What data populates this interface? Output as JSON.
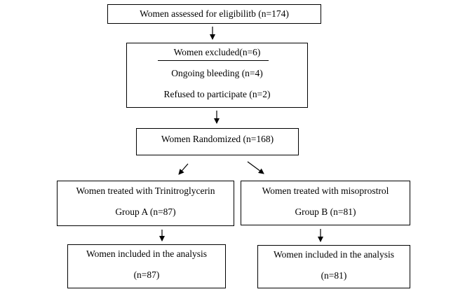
{
  "flowchart": {
    "assessed": "Women assessed for eligibilitb (n=174)",
    "excluded": {
      "title": "Women excluded(n=6)",
      "reason_1": "Ongoing bleeding (n=4)",
      "reason_2": "Refused to participate (n=2)"
    },
    "randomized": "Women Randomized (n=168)",
    "group_a": {
      "line_1": "Women treated with Trinitroglycerin",
      "line_2": "Group A (n=87)"
    },
    "group_b": {
      "line_1": "Women treated with misoprostrol",
      "line_2": "Group B (n=81)"
    },
    "analysis_a": {
      "line_1": "Women included in the analysis",
      "line_2": "(n=87)"
    },
    "analysis_b": {
      "line_1": "Women included in the analysis",
      "line_2": "(n=81)"
    }
  }
}
